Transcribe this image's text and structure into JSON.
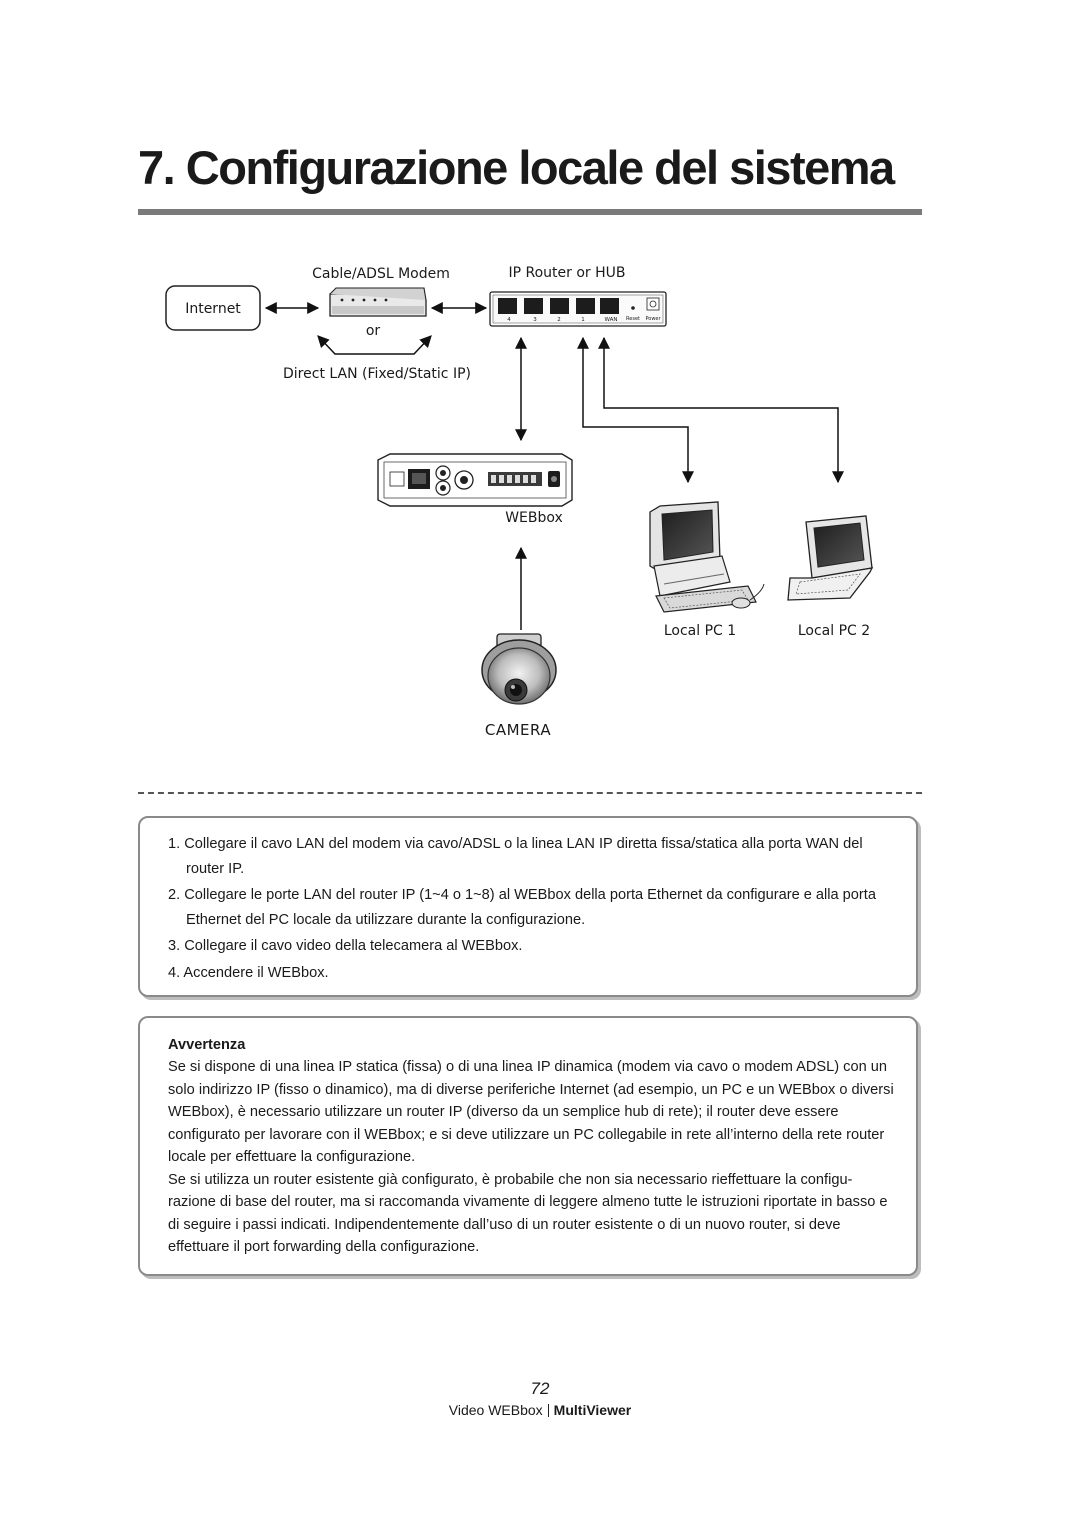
{
  "title": "7. Configurazione locale del sistema",
  "diagram": {
    "internet": "Internet",
    "modem": "Cable/ADSL Modem",
    "or": "or",
    "direct_lan": "Direct LAN (Fixed/Static IP)",
    "router": "IP Router or HUB",
    "router_ports": [
      "4",
      "3",
      "2",
      "1",
      "WAN",
      "Reset",
      "Power"
    ],
    "webbox": "WEBbox",
    "local_pc_1": "Local PC 1",
    "local_pc_2": "Local PC 2",
    "camera": "CAMERA"
  },
  "steps": [
    "1. Collegare il cavo LAN del modem via cavo/ADSL o la linea LAN IP diretta fissa/statica alla porta WAN del router IP.",
    "2. Collegare le porte LAN del router IP (1~4 o 1~8) al WEBbox della porta Ethernet da configurare e alla porta Ethernet del PC locale da utilizzare durante la configurazione.",
    "3. Collegare il cavo video della telecamera al WEBbox.",
    "4. Accendere il WEBbox."
  ],
  "warning": {
    "title": "Avvertenza",
    "paragraph_1": "Se si dispone di una linea IP statica (fissa) o di una linea IP dinamica (modem via cavo o modem ADSL) con un solo indirizzo IP (fisso o dinamico), ma di diverse periferiche Internet (ad esempio, un PC e un WEBbox o diversi WEBbox), è necessario utilizzare un router IP (diverso da un semplice hub di rete); il router deve essere configurato per lavorare con il WEBbox; e si deve utilizzare un PC collegabile in rete all’interno della rete router locale per effettuare la configurazione.",
    "paragraph_2": "Se si utilizza un router esistente già configurato, è probabile che non sia necessario rieffettuare la configu-razione di base del router, ma si raccomanda vivamente di leggere almeno tutte le istruzioni riportate in basso e di seguire i passi indicati. Indipendentemente dall’uso di un router esistente o di un nuovo router, si deve effettuare il port forwarding della configurazione."
  },
  "page_number": "72",
  "footer": {
    "product": "Video WEBbox",
    "brand": "MultiViewer"
  }
}
